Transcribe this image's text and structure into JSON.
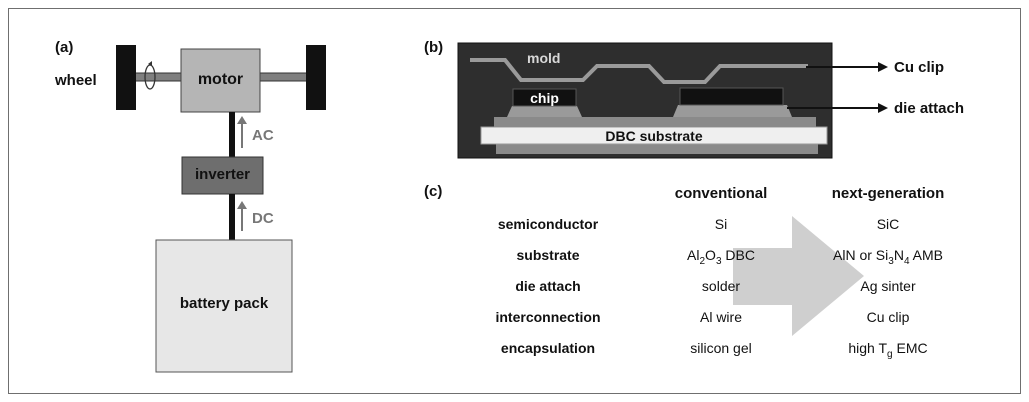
{
  "panel_a": {
    "label": "(a)",
    "wheel_label": "wheel",
    "motor_label": "motor",
    "inverter_label": "inverter",
    "battery_label": "battery pack",
    "ac_label": "AC",
    "dc_label": "DC"
  },
  "panel_b": {
    "label": "(b)",
    "mold_label": "mold",
    "chip_label": "chip",
    "substrate_label": "DBC substrate",
    "cu_clip_label": "Cu clip",
    "die_attach_label": "die attach"
  },
  "panel_c": {
    "label": "(c)",
    "col_conventional": "conventional",
    "col_next": "next-generation",
    "rows": [
      {
        "name": "semiconductor",
        "conventional": "Si",
        "next": "SiC"
      },
      {
        "name": "substrate",
        "conventional": "Al2O3 DBC",
        "next": "AlN or Si3N4 AMB"
      },
      {
        "name": "die attach",
        "conventional": "solder",
        "next": "Ag sinter"
      },
      {
        "name": "interconnection",
        "conventional": "Al wire",
        "next": "Cu clip"
      },
      {
        "name": "encapsulation",
        "conventional": "silicon gel",
        "next": "high Tg EMC"
      }
    ]
  }
}
